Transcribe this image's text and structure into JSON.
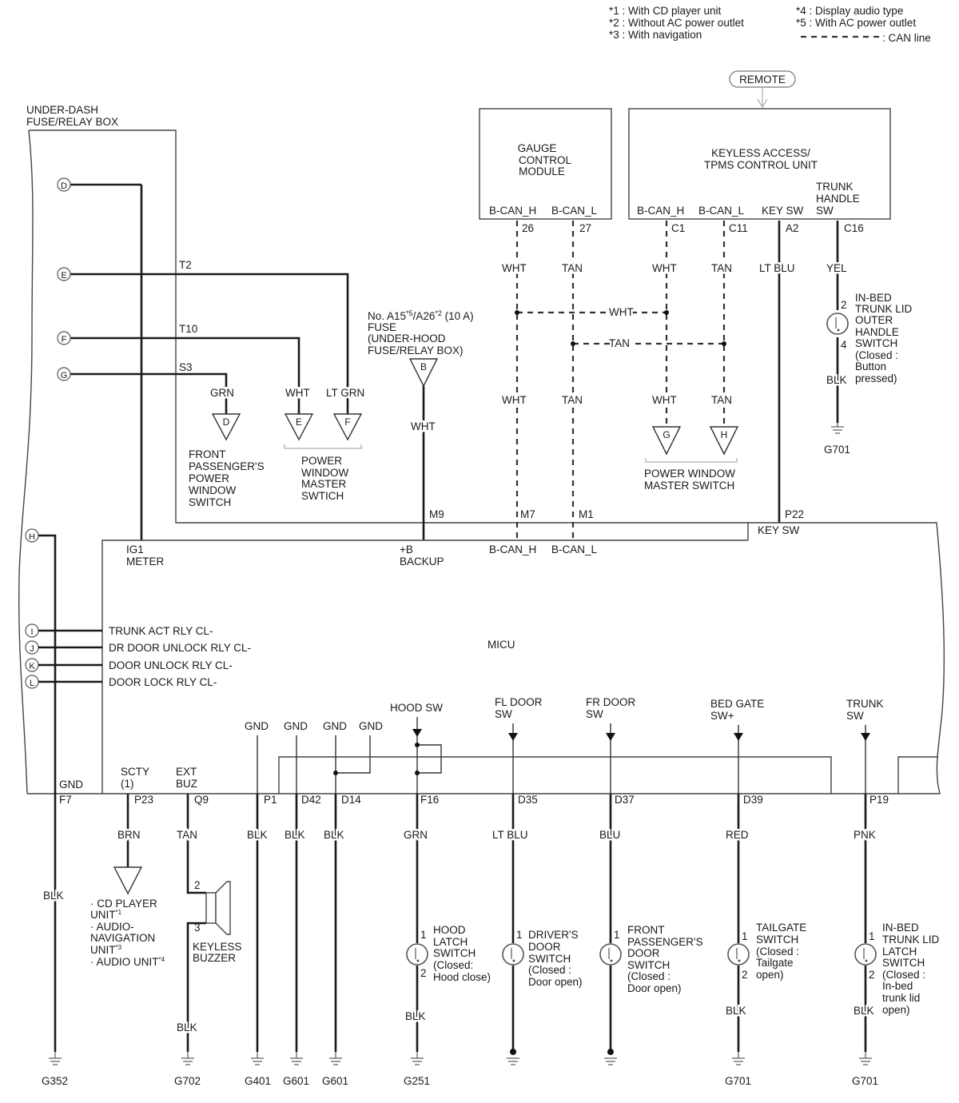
{
  "notes": {
    "n1": "*1 : With CD player unit",
    "n2": "*2 : Without AC power outlet",
    "n3": "*3 : With navigation",
    "n4": "*4 : Display audio type",
    "n5": "*5 : With AC power outlet",
    "can_line": ": CAN line"
  },
  "remote": "REMOTE",
  "fusebox": {
    "line1": "UNDER-DASH",
    "line2": "FUSE/RELAY BOX"
  },
  "gauge": {
    "line1": "GAUGE",
    "line2": "CONTROL",
    "line3": "MODULE",
    "pin_h": "B-CAN_H",
    "pin_l": "B-CAN_L",
    "t_h": "26",
    "t_l": "27"
  },
  "keyless": {
    "line1": "KEYLESS ACCESS/",
    "line2": "TPMS CONTROL UNIT",
    "pin_h": "B-CAN_H",
    "pin_l": "B-CAN_L",
    "pin_key": "KEY SW",
    "pin_trunk1": "TRUNK",
    "pin_trunk2": "HANDLE",
    "pin_trunk3": "SW",
    "t_h": "C1",
    "t_l": "C11",
    "t_key": "A2",
    "t_trunk": "C16"
  },
  "connectors": {
    "D": "D",
    "E": "E",
    "F": "F",
    "G": "G",
    "H": "H",
    "I": "I",
    "J": "J",
    "K": "K",
    "L": "L",
    "B": "B"
  },
  "fuse": {
    "line1": "No. A15",
    "sup1": "*5",
    "line1b": "/A26",
    "sup2": "*2",
    "line1c": " (10 A)",
    "line2": "FUSE",
    "line3": "(UNDER-HOOD",
    "line4": "FUSE/RELAY BOX)"
  },
  "terminals": {
    "t2": "T2",
    "t10": "T10",
    "s3": "S3",
    "m9": "M9",
    "m7": "M7",
    "m1": "M1",
    "p22": "P22",
    "f7": "F7",
    "p23": "P23",
    "q9": "Q9",
    "p1": "P1",
    "d42": "D42",
    "d14": "D14",
    "f16": "F16",
    "d35": "D35",
    "d37": "D37",
    "d39": "D39",
    "p19": "P19"
  },
  "wires": {
    "grn": "GRN",
    "wht": "WHT",
    "ltgrn": "LT GRN",
    "ltblu": "LT BLU",
    "yel": "YEL",
    "tan": "TAN",
    "blk": "BLK",
    "brn": "BRN",
    "blu": "BLU",
    "red": "RED",
    "pnk": "PNK"
  },
  "labels": {
    "fpw1": "FRONT",
    "fpw2": "PASSENGER'S",
    "fpw3": "POWER",
    "fpw4": "WINDOW",
    "fpw5": "SWITCH",
    "pwm1": "POWER",
    "pwm2": "WINDOW",
    "pwm3": "MASTER",
    "pwm4": "SWTICH",
    "pwm_r1": "POWER WINDOW",
    "pwm_r2": "MASTER SWITCH",
    "ibt1": "IN-BED",
    "ibt2": "TRUNK LID",
    "ibt3": "OUTER",
    "ibt4": "HANDLE",
    "ibt5": "SWITCH",
    "ibt6": "(Closed :",
    "ibt7": "Button",
    "ibt8": "pressed)"
  },
  "micu": {
    "title": "MICU",
    "ig1": "IG1",
    "meter": "METER",
    "backup1": "+B",
    "backup2": "BACKUP",
    "bcanh": "B-CAN_H",
    "bcanl": "B-CAN_L",
    "keysw": "KEY SW",
    "trunk_act": "TRUNK ACT RLY CL-",
    "dr_unlock": "DR DOOR UNLOCK RLY CL-",
    "door_unlock": "DOOR UNLOCK RLY CL-",
    "door_lock": "DOOR LOCK RLY CL-",
    "gnd": "GND",
    "scty1": "SCTY",
    "scty2": "(1)",
    "ext1": "EXT",
    "ext2": "BUZ",
    "hood": "HOOD SW",
    "fl1": "FL DOOR",
    "fl2": "SW",
    "fr1": "FR DOOR",
    "fr2": "SW",
    "bed1": "BED GATE",
    "bed2": "SW+",
    "trunk1": "TRUNK",
    "trunk2": "SW"
  },
  "bottom": {
    "cd1": "· CD PLAYER",
    "cd2": "UNIT",
    "cd2s": "*1",
    "cd3": "· AUDIO-",
    "cd4": "NAVIGATION",
    "cd5": "UNIT",
    "cd5s": "*3",
    "cd6": "· AUDIO UNIT",
    "cd6s": "*4",
    "buz1": "KEYLESS",
    "buz2": "BUZZER",
    "pin2": "2",
    "pin3": "3",
    "hood1": "HOOD",
    "hood2": "LATCH",
    "hood3": "SWITCH",
    "hood4": "(Closed:",
    "hood5": "Hood close)",
    "drv1": "DRIVER'S",
    "drv2": "DOOR",
    "drv3": "SWITCH",
    "drv4": "(Closed :",
    "drv5": "Door open)",
    "fp1": "FRONT",
    "fp2": "PASSENGER'S",
    "fp3": "DOOR",
    "fp4": "SWITCH",
    "fp5": "(Closed :",
    "fp6": "Door open)",
    "tg1": "TAILGATE",
    "tg2": "SWITCH",
    "tg3": "(Closed :",
    "tg4": "Tailgate",
    "tg5": "open)",
    "ib1": "IN-BED",
    "ib2": "TRUNK LID",
    "ib3": "LATCH",
    "ib4": "SWITCH",
    "ib5": "(Closed :",
    "ib6": "In-bed",
    "ib7": "trunk lid",
    "ib8": "open)",
    "p1": "1",
    "p2": "2",
    "p4": "4"
  },
  "grounds": {
    "g352": "G352",
    "g702": "G702",
    "g401": "G401",
    "g601a": "G601",
    "g601b": "G601",
    "g251": "G251",
    "g701a": "G701",
    "g701b": "G701",
    "g701c": "G701"
  }
}
